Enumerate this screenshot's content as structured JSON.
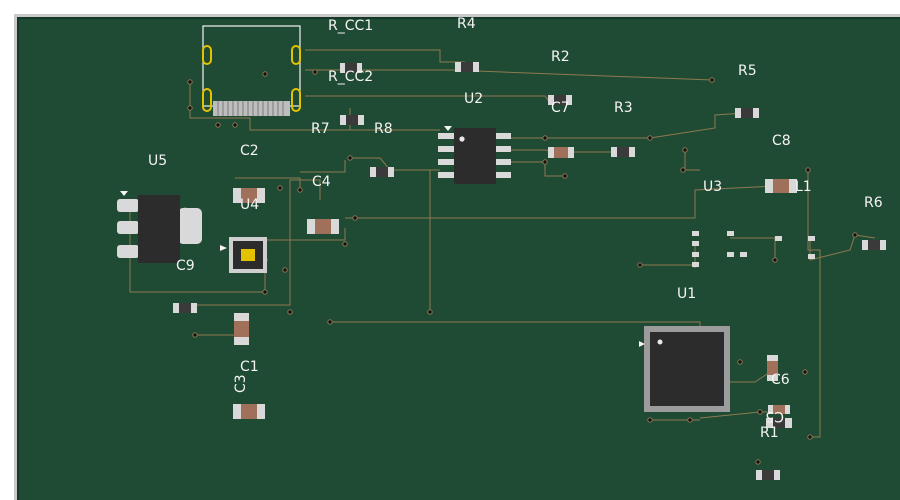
{
  "colors": {
    "board": "#1f4a33",
    "board_edge": "#163826",
    "trace": "#8d7a52",
    "silk": "#f4f4f4",
    "pad_tin": "#d9d9d9",
    "chip_body": "#2c2c2c",
    "resistor_body": "#3a3a3a",
    "capacitor_body": "#a0705a",
    "usb_pad": "#e4c200"
  },
  "labels": {
    "r_cc1": "R_CC1",
    "r4": "R4",
    "r2": "R2",
    "r5": "R5",
    "r_cc2": "R_CC2",
    "u2": "U2",
    "c7": "C7",
    "r3": "R3",
    "r7": "R7",
    "r8": "R8",
    "c8": "C8",
    "c2": "C2",
    "u5": "U5",
    "c4": "C4",
    "u3": "U3",
    "l1": "L1",
    "r6": "R6",
    "u4": "U4",
    "c9": "C9",
    "u1": "U1",
    "c1": "C1",
    "c3": "C3",
    "c6": "C6",
    "c5": "C5",
    "r1": "R1"
  }
}
